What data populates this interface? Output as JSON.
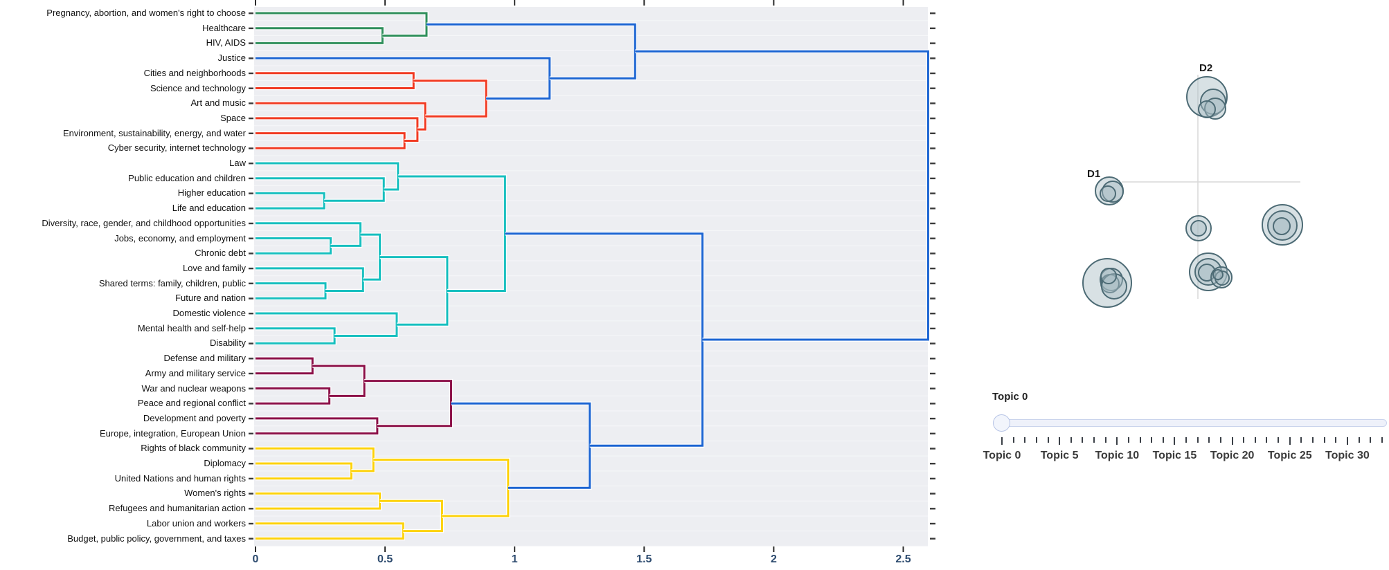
{
  "colors": {
    "green": "#2f8f5b",
    "red": "#f13a22",
    "blue": "#1b64d2",
    "teal": "#16bfbf",
    "maroon": "#8c1048",
    "yellow": "#fdd20a",
    "plot_bg": "#edeef2",
    "axis_text": "#2c4a6e",
    "tick_color": "#2b2b2b",
    "bubble_fill": "#a9bcc4",
    "bubble_stroke": "#4d6b75",
    "crosshair_line": "#d9d9d9"
  },
  "chart_data": [
    {
      "type": "dendrogram",
      "title": "",
      "xlabel": "",
      "x_ticks": [
        "0",
        "0.5",
        "1",
        "1.5",
        "2",
        "2.5"
      ],
      "x_tick_values": [
        0,
        0.5,
        1,
        1.5,
        2,
        2.5
      ],
      "xlim": [
        0,
        2.62
      ],
      "grid": false,
      "leaves": [
        {
          "label": "Pregnancy, abortion, and women's right to choose",
          "cluster": "green"
        },
        {
          "label": "Healthcare",
          "cluster": "green"
        },
        {
          "label": "HIV, AIDS",
          "cluster": "green"
        },
        {
          "label": "Justice",
          "cluster": "blue"
        },
        {
          "label": "Cities and neighborhoods",
          "cluster": "red"
        },
        {
          "label": "Science and technology",
          "cluster": "red"
        },
        {
          "label": "Art and music",
          "cluster": "red"
        },
        {
          "label": "Space",
          "cluster": "red"
        },
        {
          "label": "Environment, sustainability, energy, and water",
          "cluster": "red"
        },
        {
          "label": "Cyber security, internet technology",
          "cluster": "red"
        },
        {
          "label": "Law",
          "cluster": "teal"
        },
        {
          "label": "Public education and children",
          "cluster": "teal"
        },
        {
          "label": "Higher education",
          "cluster": "teal"
        },
        {
          "label": "Life and education",
          "cluster": "teal"
        },
        {
          "label": "Diversity, race, gender, and childhood opportunities",
          "cluster": "teal"
        },
        {
          "label": "Jobs, economy, and employment",
          "cluster": "teal"
        },
        {
          "label": "Chronic debt",
          "cluster": "teal"
        },
        {
          "label": "Love and family",
          "cluster": "teal"
        },
        {
          "label": "Shared terms: family, children, public",
          "cluster": "teal"
        },
        {
          "label": "Future and nation",
          "cluster": "teal"
        },
        {
          "label": "Domestic violence",
          "cluster": "teal"
        },
        {
          "label": "Mental health and self-help",
          "cluster": "teal"
        },
        {
          "label": "Disability",
          "cluster": "teal"
        },
        {
          "label": "Defense and military",
          "cluster": "maroon"
        },
        {
          "label": "Army and military service",
          "cluster": "maroon"
        },
        {
          "label": "War and nuclear weapons",
          "cluster": "maroon"
        },
        {
          "label": "Peace and regional conflict",
          "cluster": "maroon"
        },
        {
          "label": "Development and poverty",
          "cluster": "maroon"
        },
        {
          "label": "Europe, integration, European Union",
          "cluster": "maroon"
        },
        {
          "label": "Rights of black community",
          "cluster": "yellow"
        },
        {
          "label": "Diplomacy",
          "cluster": "yellow"
        },
        {
          "label": "United Nations and human rights",
          "cluster": "yellow"
        },
        {
          "label": "Women's rights",
          "cluster": "yellow"
        },
        {
          "label": "Refugees and humanitarian action",
          "cluster": "yellow"
        },
        {
          "label": "Labor union and workers",
          "cluster": "yellow"
        },
        {
          "label": "Budget, public policy, government, and taxes",
          "cluster": "yellow"
        }
      ],
      "merges": [
        {
          "id": "G1",
          "a": 1,
          "b": 2,
          "d": 0.49,
          "color": "green"
        },
        {
          "id": "G2",
          "a": 0,
          "b": "G1",
          "d": 0.66,
          "color": "green"
        },
        {
          "id": "R1",
          "a": 4,
          "b": 5,
          "d": 0.61,
          "color": "red"
        },
        {
          "id": "R2",
          "a": 8,
          "b": 9,
          "d": 0.575,
          "color": "red"
        },
        {
          "id": "R3",
          "a": 7,
          "b": "R2",
          "d": 0.625,
          "color": "red"
        },
        {
          "id": "R4",
          "a": 6,
          "b": "R3",
          "d": 0.655,
          "color": "red"
        },
        {
          "id": "R5",
          "a": "R1",
          "b": "R4",
          "d": 0.89,
          "color": "red"
        },
        {
          "id": "B1",
          "a": 3,
          "b": "R5",
          "d": 1.135,
          "color": "blue"
        },
        {
          "id": "B2",
          "a": "G2",
          "b": "B1",
          "d": 1.465,
          "color": "blue"
        },
        {
          "id": "T1",
          "a": 12,
          "b": 13,
          "d": 0.265,
          "color": "teal"
        },
        {
          "id": "T2",
          "a": 11,
          "b": "T1",
          "d": 0.495,
          "color": "teal"
        },
        {
          "id": "T3",
          "a": 10,
          "b": "T2",
          "d": 0.55,
          "color": "teal"
        },
        {
          "id": "T4",
          "a": 15,
          "b": 16,
          "d": 0.29,
          "color": "teal"
        },
        {
          "id": "T5",
          "a": 14,
          "b": "T4",
          "d": 0.405,
          "color": "teal"
        },
        {
          "id": "T6",
          "a": 18,
          "b": 19,
          "d": 0.27,
          "color": "teal"
        },
        {
          "id": "T7",
          "a": 17,
          "b": "T6",
          "d": 0.415,
          "color": "teal"
        },
        {
          "id": "T8",
          "a": "T5",
          "b": "T7",
          "d": 0.48,
          "color": "teal"
        },
        {
          "id": "T9",
          "a": 21,
          "b": 22,
          "d": 0.305,
          "color": "teal"
        },
        {
          "id": "T10",
          "a": 20,
          "b": "T9",
          "d": 0.545,
          "color": "teal"
        },
        {
          "id": "T11",
          "a": "T8",
          "b": "T10",
          "d": 0.74,
          "color": "teal"
        },
        {
          "id": "T12",
          "a": "T3",
          "b": "T11",
          "d": 0.963,
          "color": "teal"
        },
        {
          "id": "M1",
          "a": 23,
          "b": 24,
          "d": 0.22,
          "color": "maroon"
        },
        {
          "id": "M2",
          "a": 25,
          "b": 26,
          "d": 0.285,
          "color": "maroon"
        },
        {
          "id": "M3",
          "a": "M1",
          "b": "M2",
          "d": 0.42,
          "color": "maroon"
        },
        {
          "id": "M4",
          "a": 27,
          "b": 28,
          "d": 0.47,
          "color": "maroon"
        },
        {
          "id": "M5",
          "a": "M3",
          "b": "M4",
          "d": 0.755,
          "color": "maroon"
        },
        {
          "id": "Y1",
          "a": 30,
          "b": 31,
          "d": 0.37,
          "color": "yellow"
        },
        {
          "id": "Y2",
          "a": 29,
          "b": "Y1",
          "d": 0.455,
          "color": "yellow"
        },
        {
          "id": "Y3",
          "a": 32,
          "b": 33,
          "d": 0.48,
          "color": "yellow"
        },
        {
          "id": "Y4",
          "a": 34,
          "b": 35,
          "d": 0.57,
          "color": "yellow"
        },
        {
          "id": "Y5",
          "a": "Y3",
          "b": "Y4",
          "d": 0.72,
          "color": "yellow"
        },
        {
          "id": "Y6",
          "a": "Y2",
          "b": "Y5",
          "d": 0.975,
          "color": "yellow"
        },
        {
          "id": "B3",
          "a": "M5",
          "b": "Y6",
          "d": 1.29,
          "color": "blue"
        },
        {
          "id": "B4",
          "a": "T12",
          "b": "B3",
          "d": 1.725,
          "color": "blue"
        },
        {
          "id": "B5",
          "a": "B2",
          "b": "B4",
          "d": 2.596,
          "color": "blue"
        }
      ]
    },
    {
      "type": "scatter",
      "title": "",
      "axis_labels": {
        "horizontal": "D1",
        "vertical": "D2"
      },
      "bubbles": [
        {
          "x": 1743,
          "y": 140,
          "r": 29
        },
        {
          "x": 1752,
          "y": 147,
          "r": 18
        },
        {
          "x": 1755,
          "y": 157,
          "r": 15
        },
        {
          "x": 1743,
          "y": 158,
          "r": 12
        },
        {
          "x": 1602,
          "y": 276,
          "r": 20
        },
        {
          "x": 1607,
          "y": 277,
          "r": 15
        },
        {
          "x": 1600,
          "y": 280,
          "r": 11
        },
        {
          "x": 1731,
          "y": 330,
          "r": 18
        },
        {
          "x": 1731,
          "y": 330,
          "r": 11
        },
        {
          "x": 1852,
          "y": 325,
          "r": 29
        },
        {
          "x": 1852,
          "y": 326,
          "r": 21
        },
        {
          "x": 1851,
          "y": 327,
          "r": 12
        },
        {
          "x": 1599,
          "y": 409,
          "r": 35
        },
        {
          "x": 1605,
          "y": 404,
          "r": 16
        },
        {
          "x": 1603,
          "y": 410,
          "r": 13
        },
        {
          "x": 1609,
          "y": 414,
          "r": 18
        },
        {
          "x": 1601,
          "y": 399,
          "r": 11
        },
        {
          "x": 1745,
          "y": 393,
          "r": 27
        },
        {
          "x": 1745,
          "y": 393,
          "r": 19
        },
        {
          "x": 1743,
          "y": 394,
          "r": 12
        },
        {
          "x": 1764,
          "y": 401,
          "r": 15
        },
        {
          "x": 1765,
          "y": 402,
          "r": 10
        },
        {
          "x": 1759,
          "y": 397,
          "r": 7
        }
      ]
    },
    {
      "type": "slider",
      "current_label": "Topic 0",
      "tick_labels": [
        "Topic 0",
        "Topic 5",
        "Topic 10",
        "Topic 15",
        "Topic 20",
        "Topic 25",
        "Topic 30"
      ],
      "minor_tick_count": 34,
      "major_tick_every": 5
    }
  ]
}
